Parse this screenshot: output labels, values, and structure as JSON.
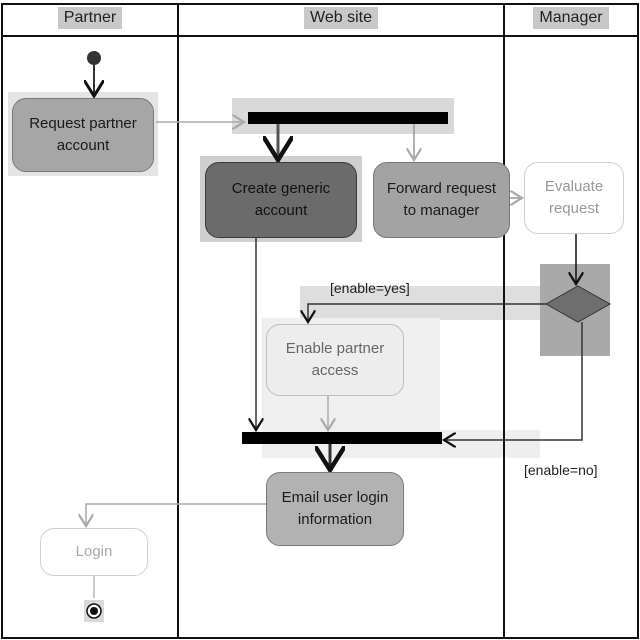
{
  "swimlanes": [
    {
      "id": "partner",
      "label": "Partner"
    },
    {
      "id": "website",
      "label": "Web site"
    },
    {
      "id": "manager",
      "label": "Manager"
    }
  ],
  "activities": {
    "request_partner_account": "Request partner account",
    "create_generic_account": "Create generic account",
    "forward_request": "Forward request to manager",
    "evaluate_request": "Evaluate request",
    "enable_partner_access": "Enable partner access",
    "email_login_info": "Email user login information",
    "login": "Login"
  },
  "guards": {
    "enable_yes": "[enable=yes]",
    "enable_no": "[enable=no]"
  },
  "colors": {
    "line": "#111111",
    "arrow_light": "#bdbdbd",
    "bar": "#000000",
    "decision": "#6e6e6e",
    "highlight": "#d9d9d9"
  }
}
